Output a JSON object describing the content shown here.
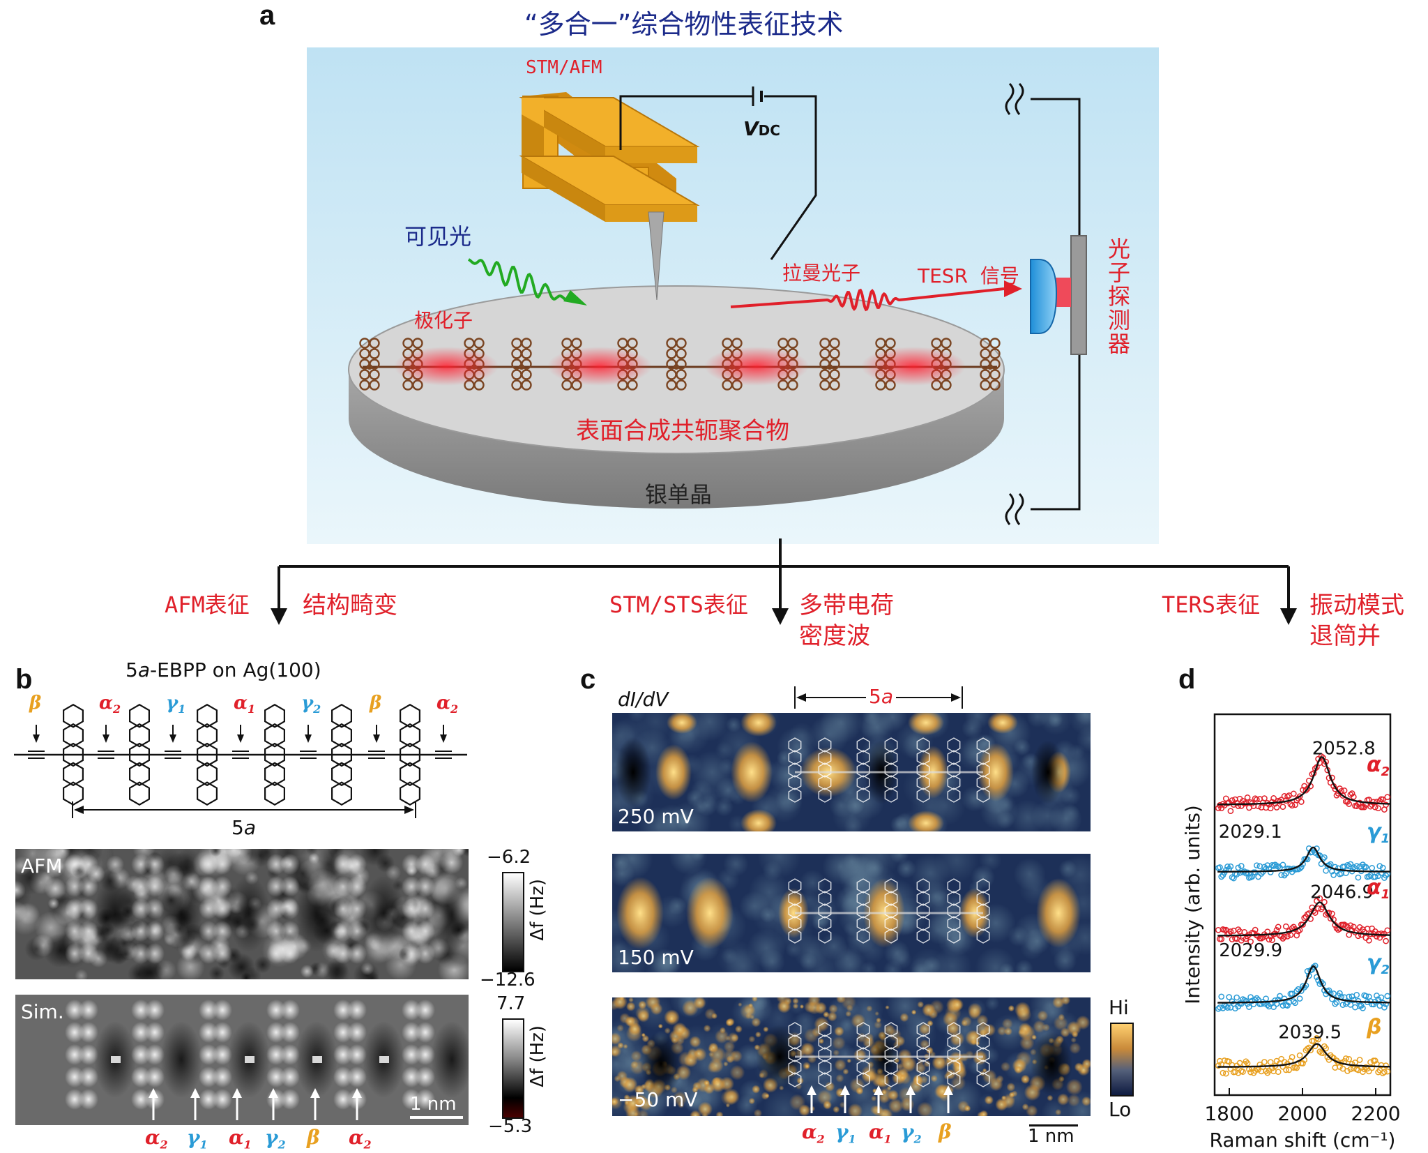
{
  "panel_a": {
    "letter": "a",
    "title": "“多合一”综合物性表征技术",
    "tip_label": "STM/AFM",
    "vdc_label": "V",
    "vdc_sub": "DC",
    "visible_light": "可见光",
    "polariton": "极化子",
    "raman_photon": "拉曼光子",
    "tesr_signal": "TESR  信号",
    "photon_detector": "光子探测器",
    "polymer": "表面合成共轭聚合物",
    "substrate": "银单晶",
    "outputs": [
      {
        "technique": "AFM表征",
        "result_line1": "结构畸变",
        "result_line2": ""
      },
      {
        "technique": "STM/STS表征",
        "result_line1": "多带电荷",
        "result_line2": "密度波"
      },
      {
        "technique": "TERS表征",
        "result_line1": "振动模式",
        "result_line2": "退简并"
      }
    ],
    "colors": {
      "title": "#1b2a8a",
      "red": "#e0202a",
      "tip": "#e8a317",
      "disk_top": "#d7d7d7",
      "background": "#c9e6f4"
    }
  },
  "panel_b": {
    "letter": "b",
    "title": "5a-EBPP on Ag(100)",
    "title_italic": "a",
    "title_pre": "5",
    "title_post": "-EBPP on Ag(100)",
    "bond_labels_top": [
      "β",
      "α",
      "γ",
      "α",
      "γ",
      "β",
      "α"
    ],
    "bond_subs_top": [
      "",
      "2",
      "1",
      "1",
      "2",
      "",
      "2"
    ],
    "bond_colors_top": [
      "#e8a020",
      "#e0202a",
      "#2a9bd6",
      "#e0202a",
      "#2a9bd6",
      "#e8a020",
      "#e0202a"
    ],
    "period_label_pre": "5",
    "period_label_it": "a",
    "afm_label": "AFM",
    "afm_scale_max": "−6.2",
    "afm_scale_min": "−12.6",
    "afm_scale_unit": "Δf (Hz)",
    "sim_label": "Sim.",
    "sim_scale_max": "7.7",
    "sim_scale_min": "−5.3",
    "sim_scale_unit": "Δf (Hz)",
    "scalebar": "1 nm",
    "bottom_labels": [
      "α",
      "γ",
      "α",
      "γ",
      "β",
      "α"
    ],
    "bottom_subs": [
      "2",
      "1",
      "1",
      "2",
      "",
      "2"
    ],
    "bottom_colors": [
      "#e0202a",
      "#2a9bd6",
      "#e0202a",
      "#2a9bd6",
      "#e8a020",
      "#e0202a"
    ]
  },
  "panel_c": {
    "letter": "c",
    "didv_label": "dI/dV",
    "period_label_pre": "5",
    "period_label_it": "a",
    "images": [
      {
        "bias": "250 mV"
      },
      {
        "bias": "150 mV"
      },
      {
        "bias": "−50 mV"
      }
    ],
    "scale_hi": "Hi",
    "scale_lo": "Lo",
    "scalebar": "1 nm",
    "bottom_labels": [
      "α",
      "γ",
      "α",
      "γ",
      "β"
    ],
    "bottom_subs": [
      "2",
      "1",
      "1",
      "2",
      ""
    ],
    "bottom_colors": [
      "#e0202a",
      "#2a9bd6",
      "#e0202a",
      "#2a9bd6",
      "#e8a020"
    ]
  },
  "chart_data": {
    "type": "line",
    "title": "",
    "xlabel": "Raman shift (cm⁻¹)",
    "ylabel": "Intensity (arb. units)",
    "xlim": [
      1760,
      2240
    ],
    "xticks": [
      1800,
      2000,
      2200
    ],
    "grid": false,
    "series": [
      {
        "name": "α2",
        "label": "α",
        "sub": "2",
        "color": "#e0202a",
        "peak": 2052.8,
        "peak_label": "2052.8",
        "width": 28,
        "height": 0.78
      },
      {
        "name": "γ1",
        "label": "γ",
        "sub": "1",
        "color": "#2a9bd6",
        "peak": 2029.1,
        "peak_label": "2029.1",
        "width": 22,
        "height": 0.4
      },
      {
        "name": "α1",
        "label": "α",
        "sub": "1",
        "color": "#e0202a",
        "peak": 2046.9,
        "peak_label": "2046.9",
        "width": 32,
        "height": 0.55
      },
      {
        "name": "γ2",
        "label": "γ",
        "sub": "2",
        "color": "#2a9bd6",
        "peak": 2029.9,
        "peak_label": "2029.9",
        "width": 24,
        "height": 0.6
      },
      {
        "name": "β",
        "label": "β",
        "sub": "",
        "color": "#e8a020",
        "peak": 2039.5,
        "peak_label": "2039.5",
        "width": 30,
        "height": 0.38
      }
    ]
  }
}
